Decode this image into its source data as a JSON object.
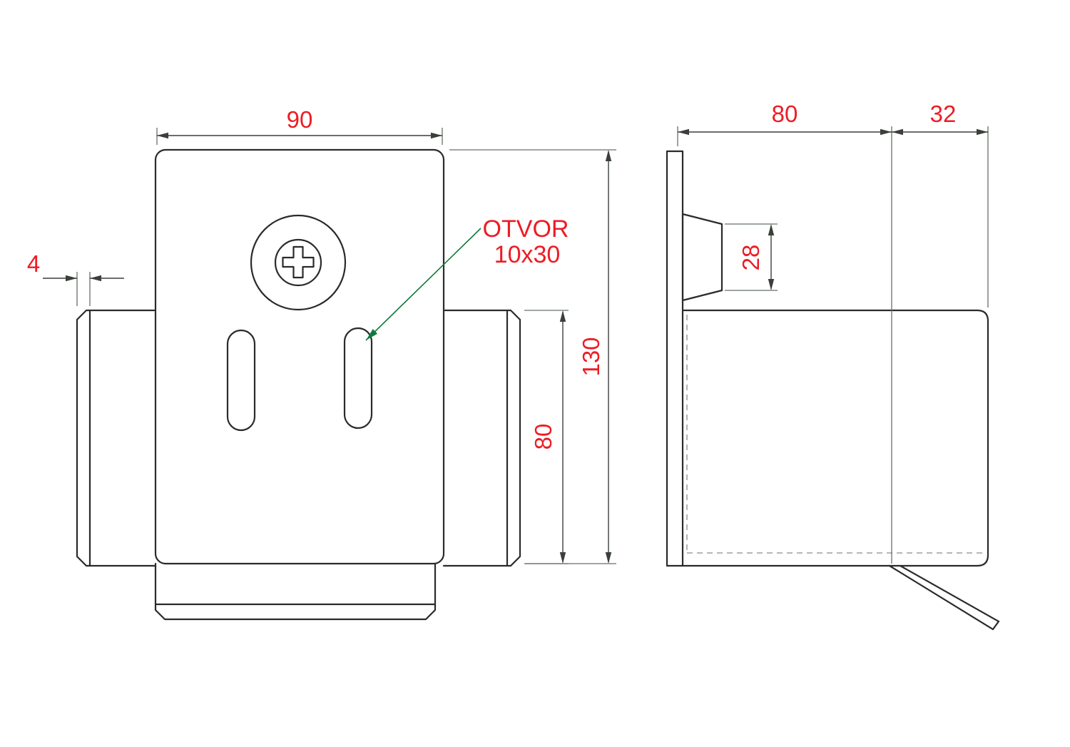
{
  "drawing": {
    "front_view": {
      "dim_width": "90",
      "dim_edge_offset": "4",
      "dim_flange_height": "80",
      "dim_total_height": "130",
      "hole_callout_title": "OTVOR",
      "hole_callout_size": "10x30"
    },
    "side_view": {
      "dim_depth": "80",
      "dim_lip_length": "32",
      "dim_boss_height": "28"
    },
    "colors": {
      "dimension_text": "#ed1c24",
      "geometry_line": "#2a2a2a",
      "dimension_line": "#3a3f3a",
      "extension_line": "#667066",
      "leader_line": "#0e7a3c",
      "hidden_line": "#8a8a8a",
      "background": "#ffffff"
    }
  }
}
